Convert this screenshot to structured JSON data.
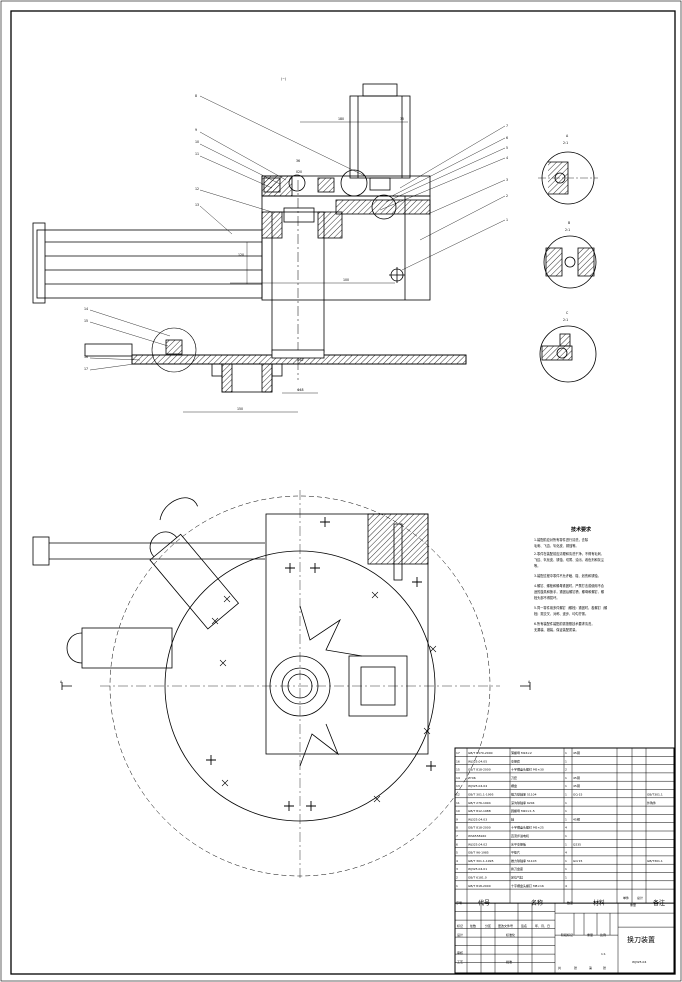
{
  "drawing": {
    "view_mark": "(~)",
    "balloons": [
      "8",
      "9",
      "10",
      "11",
      "12",
      "13",
      "14",
      "15",
      "16",
      "17",
      "7",
      "6",
      "5",
      "4",
      "3",
      "2",
      "1"
    ],
    "dimensions": {
      "d180": "180",
      "d35": "35",
      "d36": "36",
      "d20": "020",
      "d100": "100",
      "d120": "120",
      "d150": "150",
      "dphi": "Φ62",
      "dphi2": "Φ48"
    },
    "section_labels": {
      "a": "A",
      "a_scale": "2:1",
      "b": "B",
      "b_scale": "2:1",
      "c": "C",
      "c_scale": "2:1",
      "view_arrow_left": "A",
      "view_arrow_right": "A"
    },
    "technical_requirements": {
      "title": "技术要求",
      "lines": [
        "1.装配前应对所有零件进行清洗，去除",
        "毛刺、飞边、氧化皮、锈蚀等。",
        "2.零件在装配前应清理和清洗干净，不得有毛刺、",
        "飞边、氧化皮、锈蚀、切屑、油污、着色剂和灰尘",
        "等。",
        "3.装配过程中零件不允许磕、碰、划伤和锈蚀。",
        "4.螺钉、螺栓和螺母紧固时，严禁打击或使用不合",
        "适的旋具和扳手，紧固后螺钉槽、螺母和螺钉、螺",
        "栓头部不得损坏。",
        "5.同一零件用多件螺钉（螺栓）紧固时，各螺钉（螺",
        "栓）需交叉、对称、逐步、均匀拧紧。",
        "6.所有装配件装配前需按照技术要求清洗，",
        "无漏装、错装，保证装配质量。"
      ]
    }
  },
  "bom": {
    "rows": [
      [
        "17",
        "GB/T 6170-2000",
        "薄螺母 M16×2",
        "1",
        "45钢",
        "",
        ""
      ],
      [
        "16",
        "WJ325.04.05",
        "支撑套",
        "1",
        "",
        "",
        ""
      ],
      [
        "15",
        "GB/T 818-2000",
        "十字槽盘头螺钉 M5×30",
        "2",
        "",
        "",
        ""
      ],
      [
        "14",
        "ZY06",
        "刀套",
        "1",
        "45钢",
        "",
        ""
      ],
      [
        "13",
        "WJ325.04.04",
        "槽盘",
        "1",
        "45钢",
        "",
        ""
      ],
      [
        "12",
        "GB/T 301.1-1995",
        "推力球轴承 51104",
        "1",
        "GCr15",
        "",
        "GB/T301.1"
      ],
      [
        "11",
        "GB/T 276-1994",
        "深沟球轴承 6204",
        "1",
        "",
        "",
        "外购件"
      ],
      [
        "10",
        "GB/T 812-1988",
        "圆螺母 M20×1.5",
        "1",
        "",
        "",
        ""
      ],
      [
        "9",
        "WJ325.04.03",
        "轴",
        "1",
        "45钢",
        "",
        ""
      ],
      [
        "8",
        "GB/T 818-2000",
        "十字槽盘头螺钉 M5×25",
        "4",
        "",
        "",
        ""
      ],
      [
        "7",
        "WS6558160",
        "直流步进电机",
        "1",
        "",
        "",
        ""
      ],
      [
        "6",
        "WJ325.04.02",
        "水平支撑板",
        "1",
        "Q235",
        "",
        ""
      ],
      [
        "5",
        "GB/T 96-1985",
        "平垫片",
        "4",
        "",
        "",
        ""
      ],
      [
        "4",
        "GB/T 301.1-1995",
        "推力球轴承 51103",
        "1",
        "GCr15",
        "",
        "GB/T301.1"
      ],
      [
        "3",
        "WJ325.04.01",
        "换刀盘座",
        "1",
        "",
        "",
        ""
      ],
      [
        "2",
        "GB/T 6181.0",
        "定位气缸",
        "1",
        "",
        "",
        ""
      ],
      [
        "1",
        "GB/T 818-2000",
        "十字槽盘头螺钉 M8×16",
        "4",
        "",
        "",
        ""
      ]
    ],
    "header": {
      "seq": "序号",
      "code": "代号",
      "name": "名称",
      "qty": "数量",
      "material": "材料",
      "unit_weight": "单件",
      "total_weight": "总计",
      "weight": "重量",
      "remarks": "备注"
    },
    "title_block": {
      "mark": "标记",
      "count": "处数",
      "zone": "分区",
      "change_doc": "更改文件号",
      "signature": "签名",
      "date": "年、月、日",
      "design": "设计",
      "standardize": "标准化",
      "review": "审核",
      "process": "工艺",
      "approve": "批准",
      "stage_mark": "阶段标记",
      "mass": "重量",
      "scale": "比例",
      "scale_value": "1:1",
      "sheet_total": "共",
      "sheet": "张",
      "sheet_no": "第",
      "sheet_unit": "张",
      "part_name": "换刀装置",
      "drawing_no": "WJ325.04"
    }
  }
}
